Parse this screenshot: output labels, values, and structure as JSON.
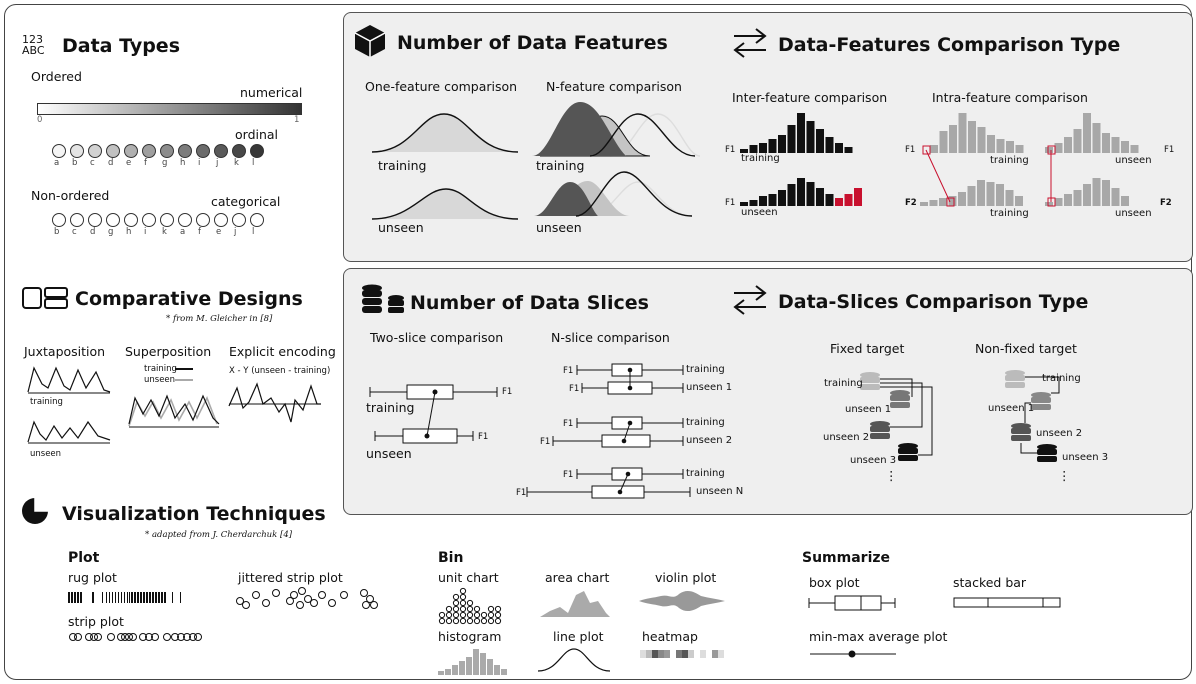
{
  "data_types": {
    "icon_top": "123",
    "icon_bottom": "ABC",
    "title": "Data Types",
    "ordered": "Ordered",
    "numerical": "numerical",
    "scale_min": "0",
    "scale_max": "1",
    "ordinal": "ordinal",
    "ordinal_letters": [
      "a",
      "b",
      "c",
      "d",
      "e",
      "f",
      "g",
      "h",
      "i",
      "j",
      "k",
      "l"
    ],
    "non_ordered": "Non-ordered",
    "categorical": "categorical",
    "categorical_letters": [
      "b",
      "c",
      "d",
      "g",
      "h",
      "i",
      "k",
      "a",
      "f",
      "e",
      "j",
      "l"
    ]
  },
  "comparative_designs": {
    "title": "Comparative Designs",
    "note": "* from M. Gleicher in [8]",
    "juxtaposition": "Juxtaposition",
    "superposition": "Superposition",
    "explicit": "Explicit encoding",
    "training": "training",
    "unseen": "unseen",
    "explicit_formula": "X - Y (unseen - training)"
  },
  "viz_techniques": {
    "title": "Visualization Techniques",
    "note": "* adapted from J. Cherdarchuk [4]",
    "plot": {
      "heading": "Plot",
      "rug": "rug plot",
      "strip": "strip plot",
      "jitter": "jittered strip plot"
    },
    "bin": {
      "heading": "Bin",
      "unit": "unit chart",
      "area": "area chart",
      "violin": "violin plot",
      "histogram": "histogram",
      "line": "line plot",
      "heatmap": "heatmap"
    },
    "summarize": {
      "heading": "Summarize",
      "box": "box plot",
      "stacked": "stacked bar",
      "minmax": "min-max average plot"
    }
  },
  "features_panel": {
    "title": "Number of Data Features",
    "one": "One-feature comparison",
    "n": "N-feature comparison",
    "training": "training",
    "unseen": "unseen",
    "cmp_title": "Data-Features Comparison Type",
    "inter": "Inter-feature comparison",
    "intra": "Intra-feature comparison",
    "f1": "F1",
    "f2": "F2"
  },
  "slices_panel": {
    "title": "Number of Data Slices",
    "two": "Two-slice comparison",
    "n": "N-slice comparison",
    "training": "training",
    "unseen": "unseen",
    "unseen1": "unseen 1",
    "unseen2": "unseen 2",
    "unseenN": "unseen N",
    "unseen3": "unseen 3",
    "f1": "F1",
    "cmp_title": "Data-Slices Comparison Type",
    "fixed": "Fixed target",
    "nonfixed": "Non-fixed target",
    "ellipsis": "⋮"
  },
  "colors": {
    "panel": "#efefef",
    "accent_red": "#c8102e",
    "dark": "#111111",
    "mid_gray": "#9a9a9a"
  }
}
